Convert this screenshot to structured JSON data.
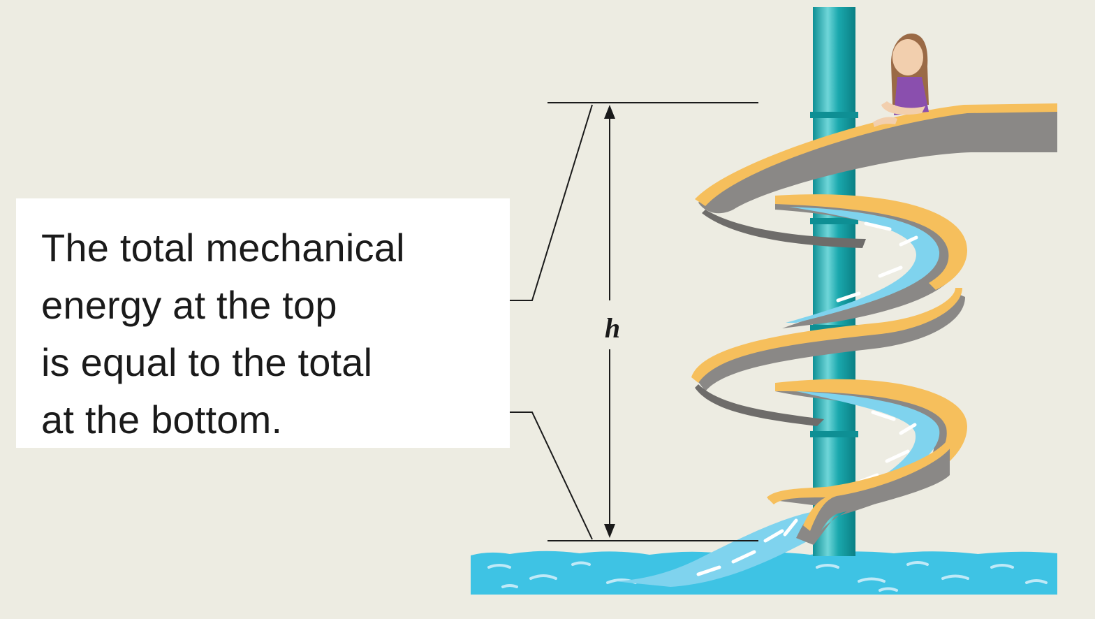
{
  "caption": {
    "lines": [
      "The total mechanical",
      "energy at the top",
      "is equal to the total",
      "at the bottom."
    ]
  },
  "dimension": {
    "label": "h"
  },
  "colors": {
    "background": "#edece2",
    "pole": "#1aa8ad",
    "slide_rim": "#f6bf5c",
    "slide_side": "#8a8886",
    "water": "#3ec3e4",
    "water_light": "#bfe9f7"
  }
}
